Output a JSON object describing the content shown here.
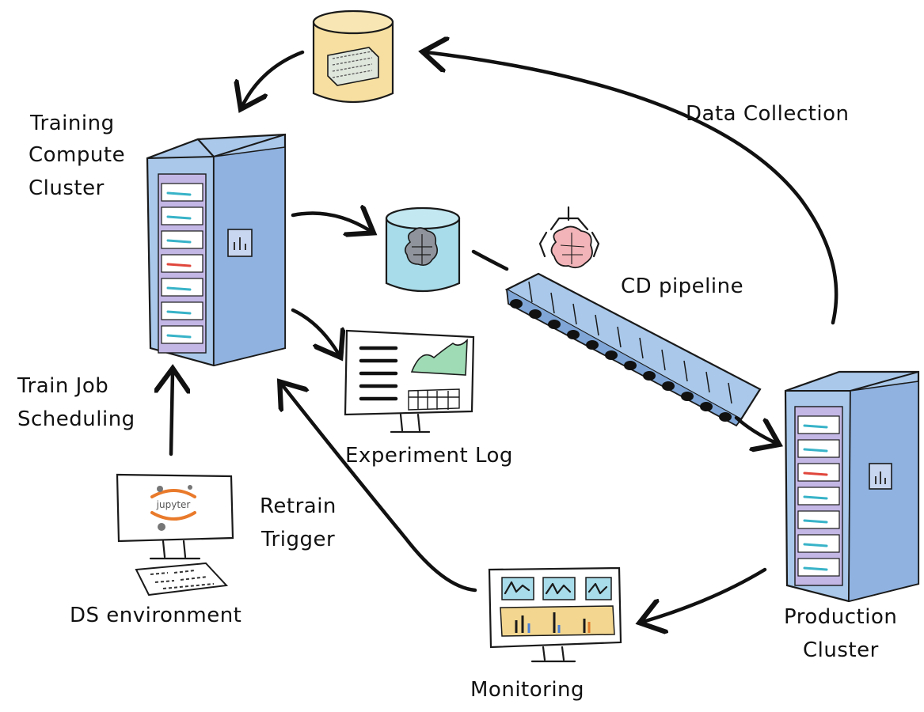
{
  "labels": {
    "training_cluster": [
      "Training",
      "Compute",
      "Cluster"
    ],
    "data_collection": "Data Collection",
    "cd_pipeline": "CD pipeline",
    "train_job_scheduling": [
      "Train Job",
      "Scheduling"
    ],
    "experiment_log": "Experiment Log",
    "retrain_trigger": [
      "Retrain",
      "Trigger"
    ],
    "ds_environment": "DS environment",
    "production_cluster": [
      "Production",
      "Cluster"
    ],
    "monitoring": "Monitoring",
    "jupyter_logo": "jupyter"
  },
  "colors": {
    "server_blue": "#a9c8ea",
    "server_dark": "#7fa6d6",
    "data_store_yellow": "#f6dfa0",
    "model_store_cyan": "#a8dcea",
    "brain_pink": "#f2b4b8",
    "chart_green": "#9fdcb5",
    "monitor_panel": "#f3d790",
    "jupyter_orange": "#e97a2b"
  }
}
